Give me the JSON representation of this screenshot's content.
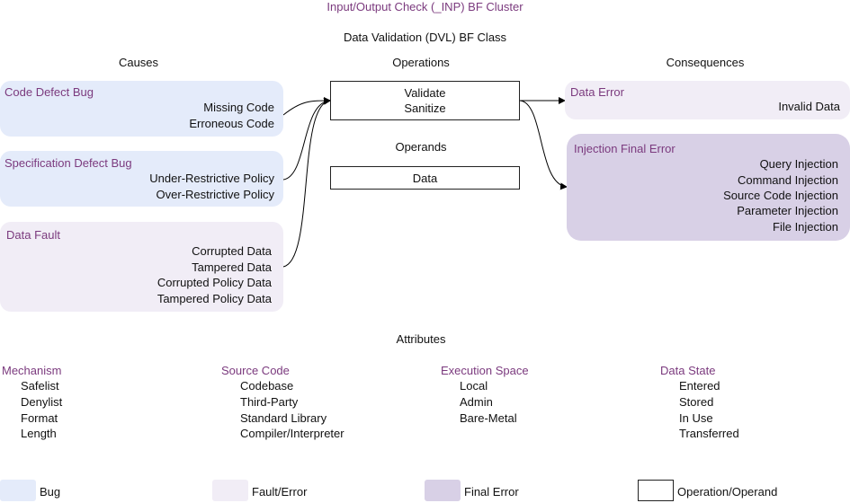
{
  "cluster_title": "Input/Output Check (_INP) BF Cluster",
  "class_title": "Data Validation (DVL) BF Class",
  "headers": {
    "causes": "Causes",
    "operations": "Operations",
    "consequences": "Consequences",
    "operands": "Operands",
    "attributes": "Attributes"
  },
  "causes": [
    {
      "title": "Code Defect Bug",
      "type": "bug",
      "items": [
        "Missing Code",
        "Erroneous Code"
      ]
    },
    {
      "title": "Specification Defect Bug",
      "type": "bug",
      "items": [
        "Under-Restrictive Policy",
        "Over-Restrictive Policy"
      ]
    },
    {
      "title": "Data Fault",
      "type": "fault",
      "items": [
        "Corrupted Data",
        "Tampered Data",
        "Corrupted Policy Data",
        "Tampered Policy Data"
      ]
    }
  ],
  "operations": [
    "Validate",
    "Sanitize"
  ],
  "operands": [
    "Data"
  ],
  "consequences": [
    {
      "title": "Data Error",
      "type": "fault",
      "items": [
        "Invalid Data"
      ]
    },
    {
      "title": "Injection Final Error",
      "type": "final",
      "items": [
        "Query Injection",
        "Command Injection",
        "Source Code Injection",
        "Parameter Injection",
        "File Injection"
      ]
    }
  ],
  "attributes": [
    {
      "name": "Mechanism",
      "values": [
        "Safelist",
        "Denylist",
        "Format",
        "Length"
      ]
    },
    {
      "name": "Source Code",
      "values": [
        "Codebase",
        "Third-Party",
        "Standard Library",
        "Compiler/Interpreter"
      ]
    },
    {
      "name": "Execution Space",
      "values": [
        "Local",
        "Admin",
        "Bare-Metal"
      ]
    },
    {
      "name": "Data State",
      "values": [
        "Entered",
        "Stored",
        "In Use",
        "Transferred"
      ]
    }
  ],
  "legend": [
    {
      "label": "Bug",
      "color": "#e4ebfa"
    },
    {
      "label": "Fault/Error",
      "color": "#f1edf6"
    },
    {
      "label": "Final Error",
      "color": "#d8d0e6"
    },
    {
      "label": "Operation/Operand",
      "color": "#ffffff"
    }
  ]
}
